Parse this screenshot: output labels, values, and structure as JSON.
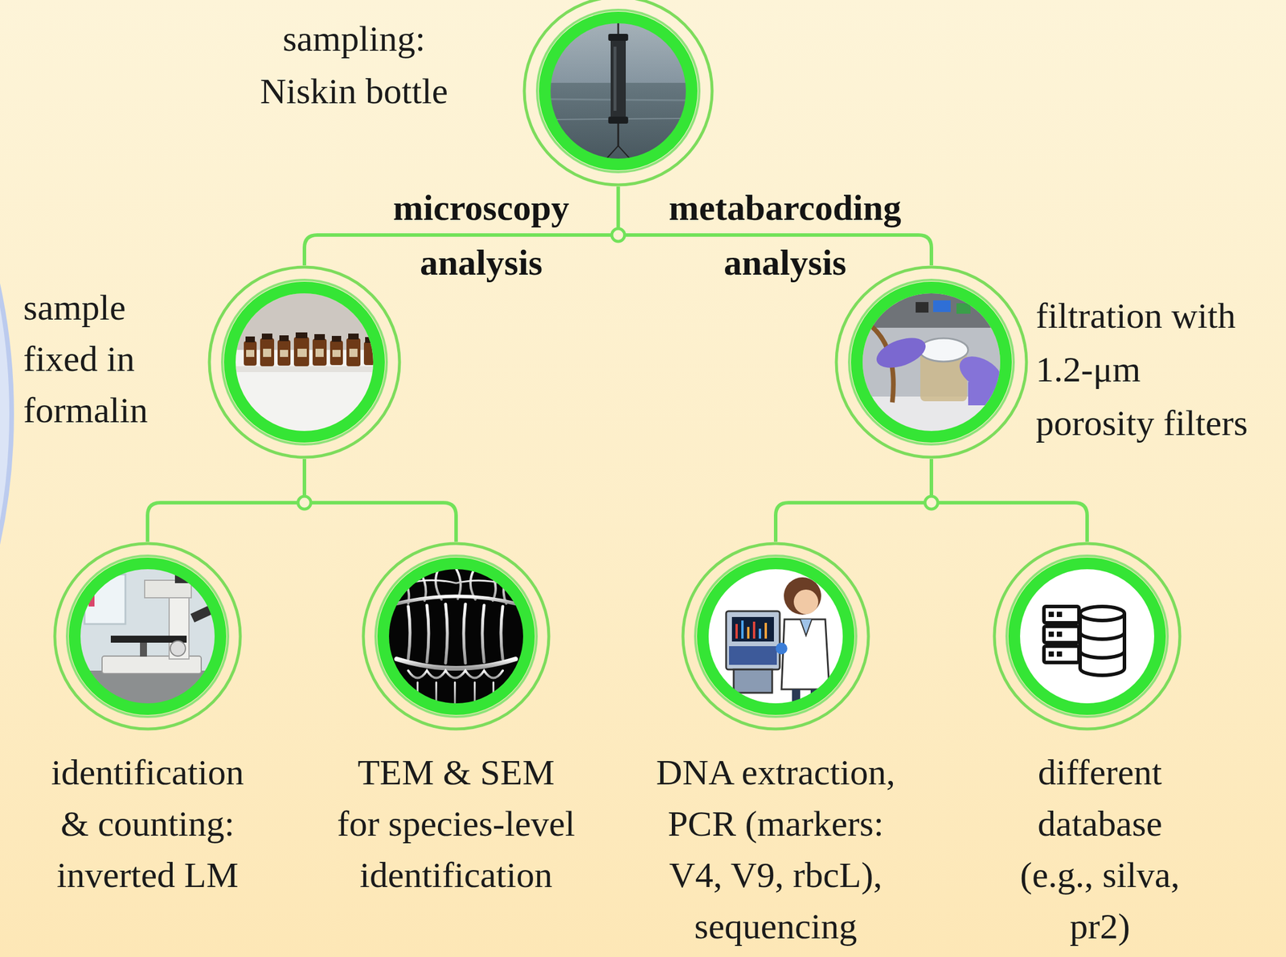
{
  "diagram": {
    "nodes": [
      {
        "text": [
          "sampling: Niskin bottle"
        ]
      },
      {
        "text": [
          "sample fixed in formalin"
        ]
      },
      {
        "text": [
          "filtration with 1.2-μm porosity filters"
        ]
      },
      {
        "text": [
          "identification & counting: inverted LM"
        ]
      },
      {
        "text": [
          "TEM & SEM for species-level identification"
        ]
      },
      {
        "text": [
          "DNA extraction, PCR (markers: V4, V9, rbcL), sequencing"
        ]
      },
      {
        "text": [
          "different database (e.g., silva, pr2)"
        ]
      }
    ],
    "edges": [
      {
        "from": 0,
        "to": 1,
        "arrow": "none",
        "label": "microscopy analysis"
      },
      {
        "from": 0,
        "to": 2,
        "arrow": "none",
        "label": "metabarcoding analysis"
      },
      {
        "from": 1,
        "to": 3,
        "arrow": "none"
      },
      {
        "from": 1,
        "to": 4,
        "arrow": "none"
      },
      {
        "from": 2,
        "to": 5,
        "arrow": "none"
      },
      {
        "from": 2,
        "to": 6,
        "arrow": "none"
      }
    ]
  }
}
